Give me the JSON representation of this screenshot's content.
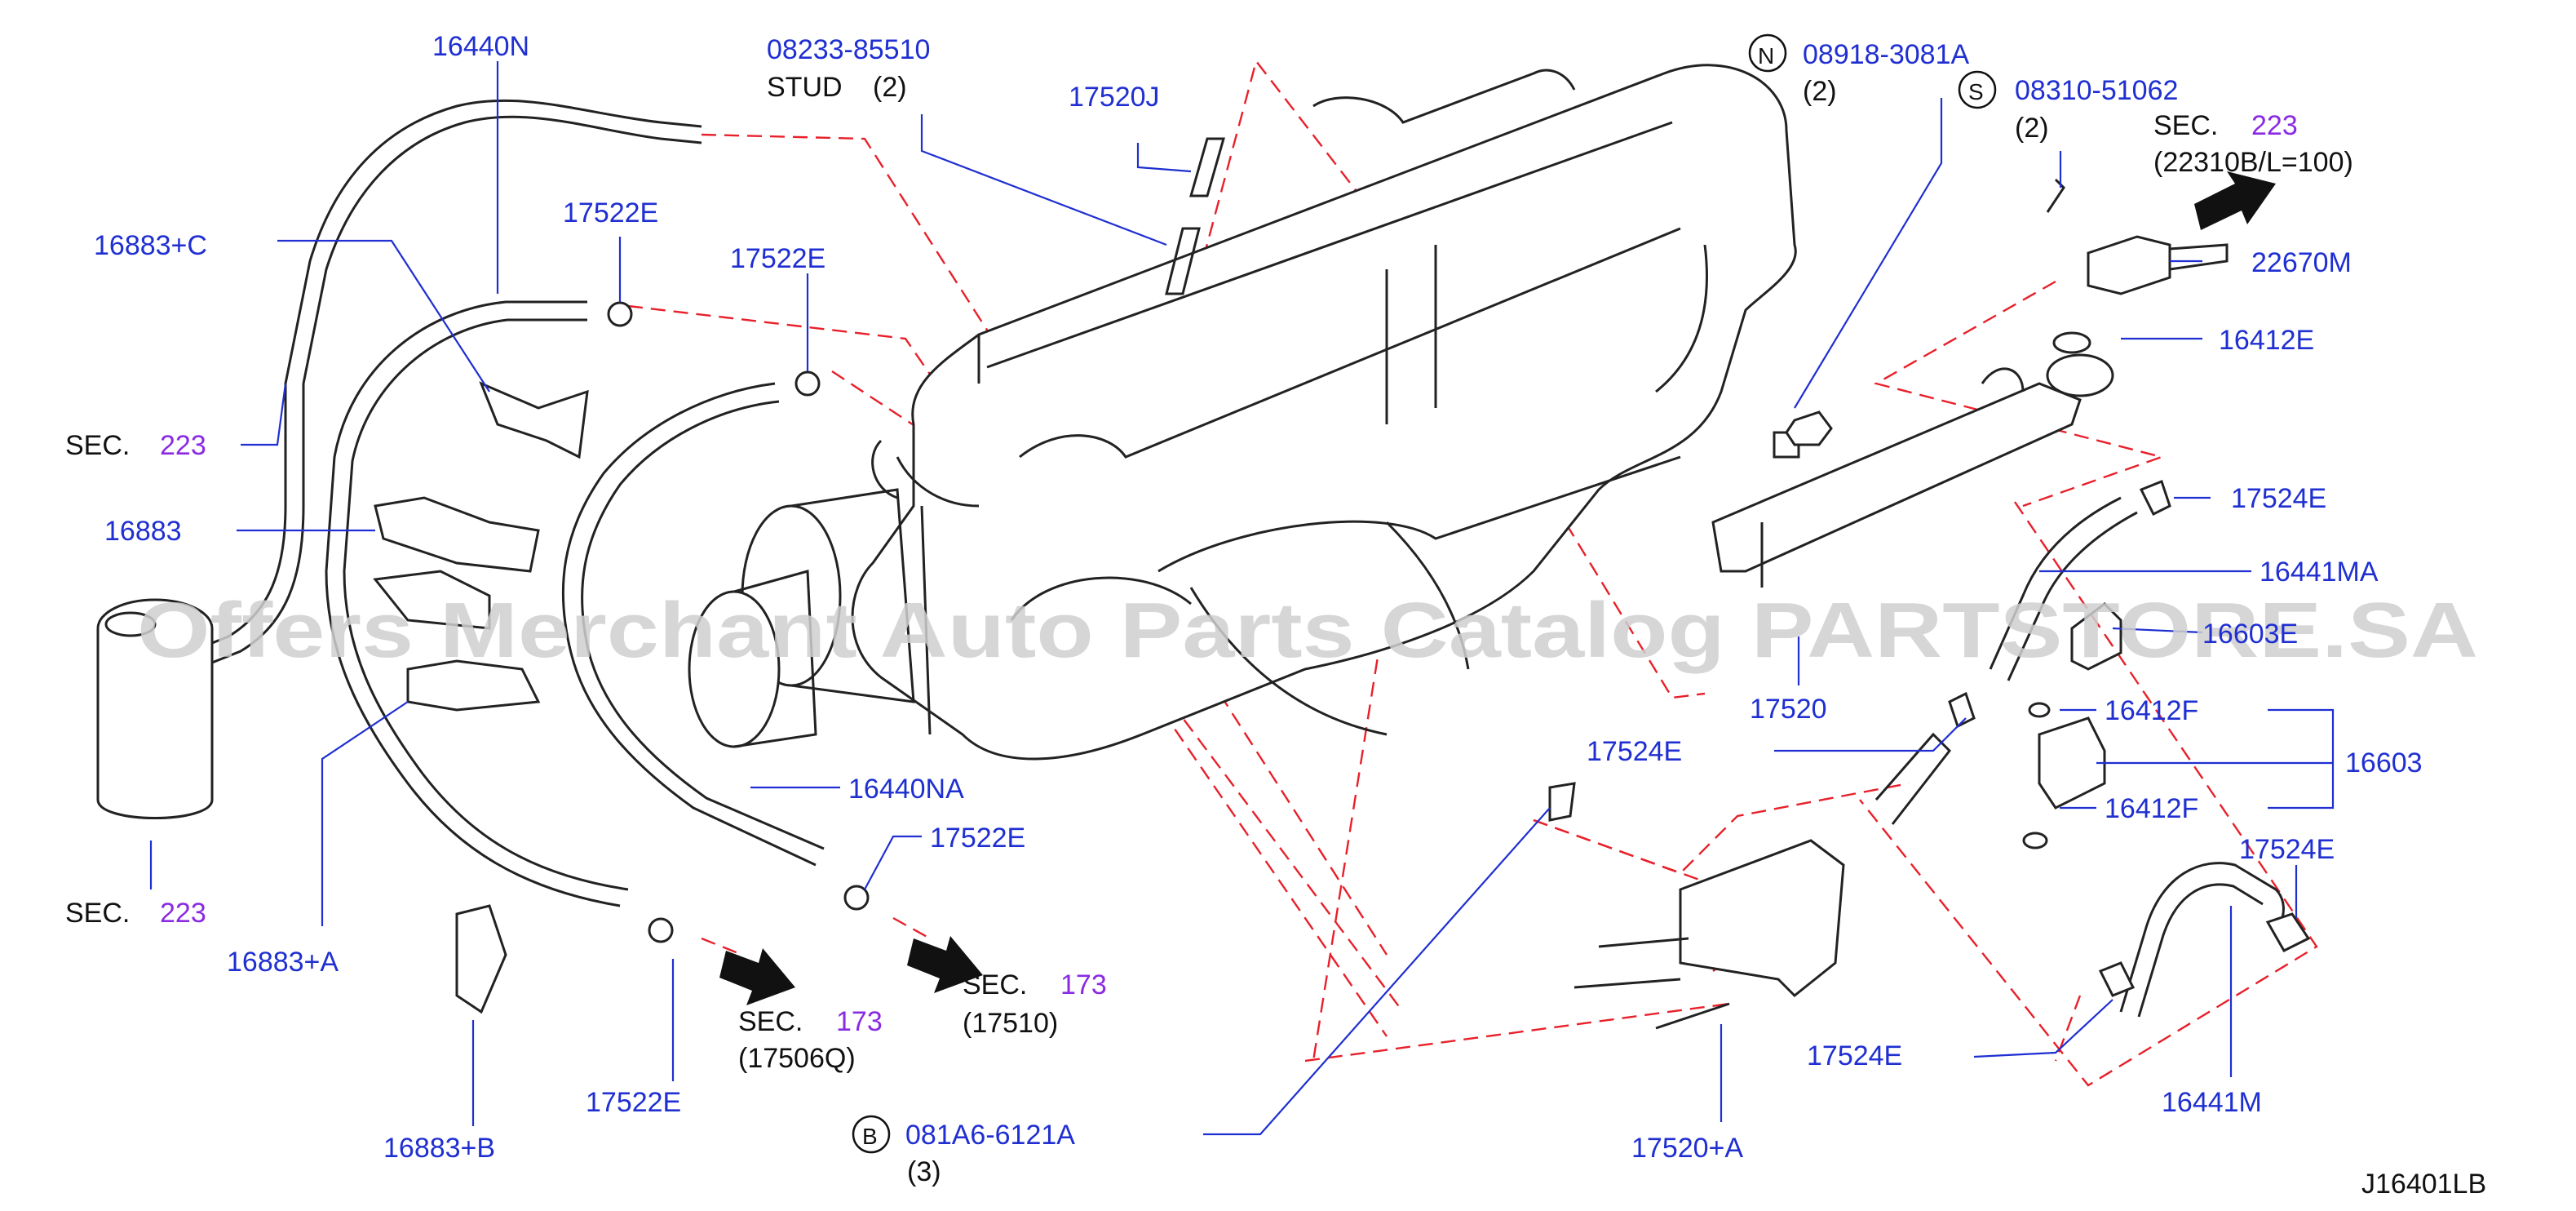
{
  "watermark": "Offers Merchant Auto Parts Catalog PARTSTORE.SA",
  "drawing_id": "J16401LB",
  "colors": {
    "part_label": "#1f2fd1",
    "section_number": "#8a2be2",
    "reference_dash": "#e8202a",
    "ink": "#222222"
  },
  "labels": {
    "p16440N": "16440N",
    "p08233_85510": "08233-85510",
    "stud": "STUD",
    "stud_qty": "(2)",
    "p17520J": "17520J",
    "n_circle": "N",
    "p08918_3081A": "08918-3081A",
    "n_qty": "(2)",
    "s_circle": "S",
    "p08310_51062": "08310-51062",
    "s_qty": "(2)",
    "sec_word_top_right": "SEC.",
    "sec_num_top_right": "223",
    "sec_note_top_right": "(22310B/L=100)",
    "p22670M": "22670M",
    "p16412E": "16412E",
    "p16883C": "16883+C",
    "p17522E_a": "17522E",
    "p17522E_b": "17522E",
    "sec_word_left": "SEC.",
    "sec_num_left": "223",
    "p16883": "16883",
    "p17524E_a": "17524E",
    "p16441MA": "16441MA",
    "p16603E": "16603E",
    "p17520": "17520",
    "p16412F_a": "16412F",
    "p16603": "16603",
    "p16412F_b": "16412F",
    "p17524E_b": "17524E",
    "p16440NA": "16440NA",
    "p17522E_c": "17522E",
    "sec_word_bottom_left": "SEC.",
    "sec_num_bottom_left": "223",
    "p16883A": "16883+A",
    "sec_word_center": "SEC.",
    "sec_num_center": "173",
    "sec_note_center": "(17510)",
    "p17524E_c": "17524E",
    "sec_word_lower": "SEC.",
    "sec_num_lower": "173",
    "sec_note_lower": "(17506Q)",
    "p17522E_d": "17522E",
    "p17524E_d": "17524E",
    "p16441M": "16441M",
    "p16883B": "16883+B",
    "b_circle": "B",
    "p081A6_6121A": "081A6-6121A",
    "b_qty": "(3)",
    "p17520A": "17520+A"
  }
}
